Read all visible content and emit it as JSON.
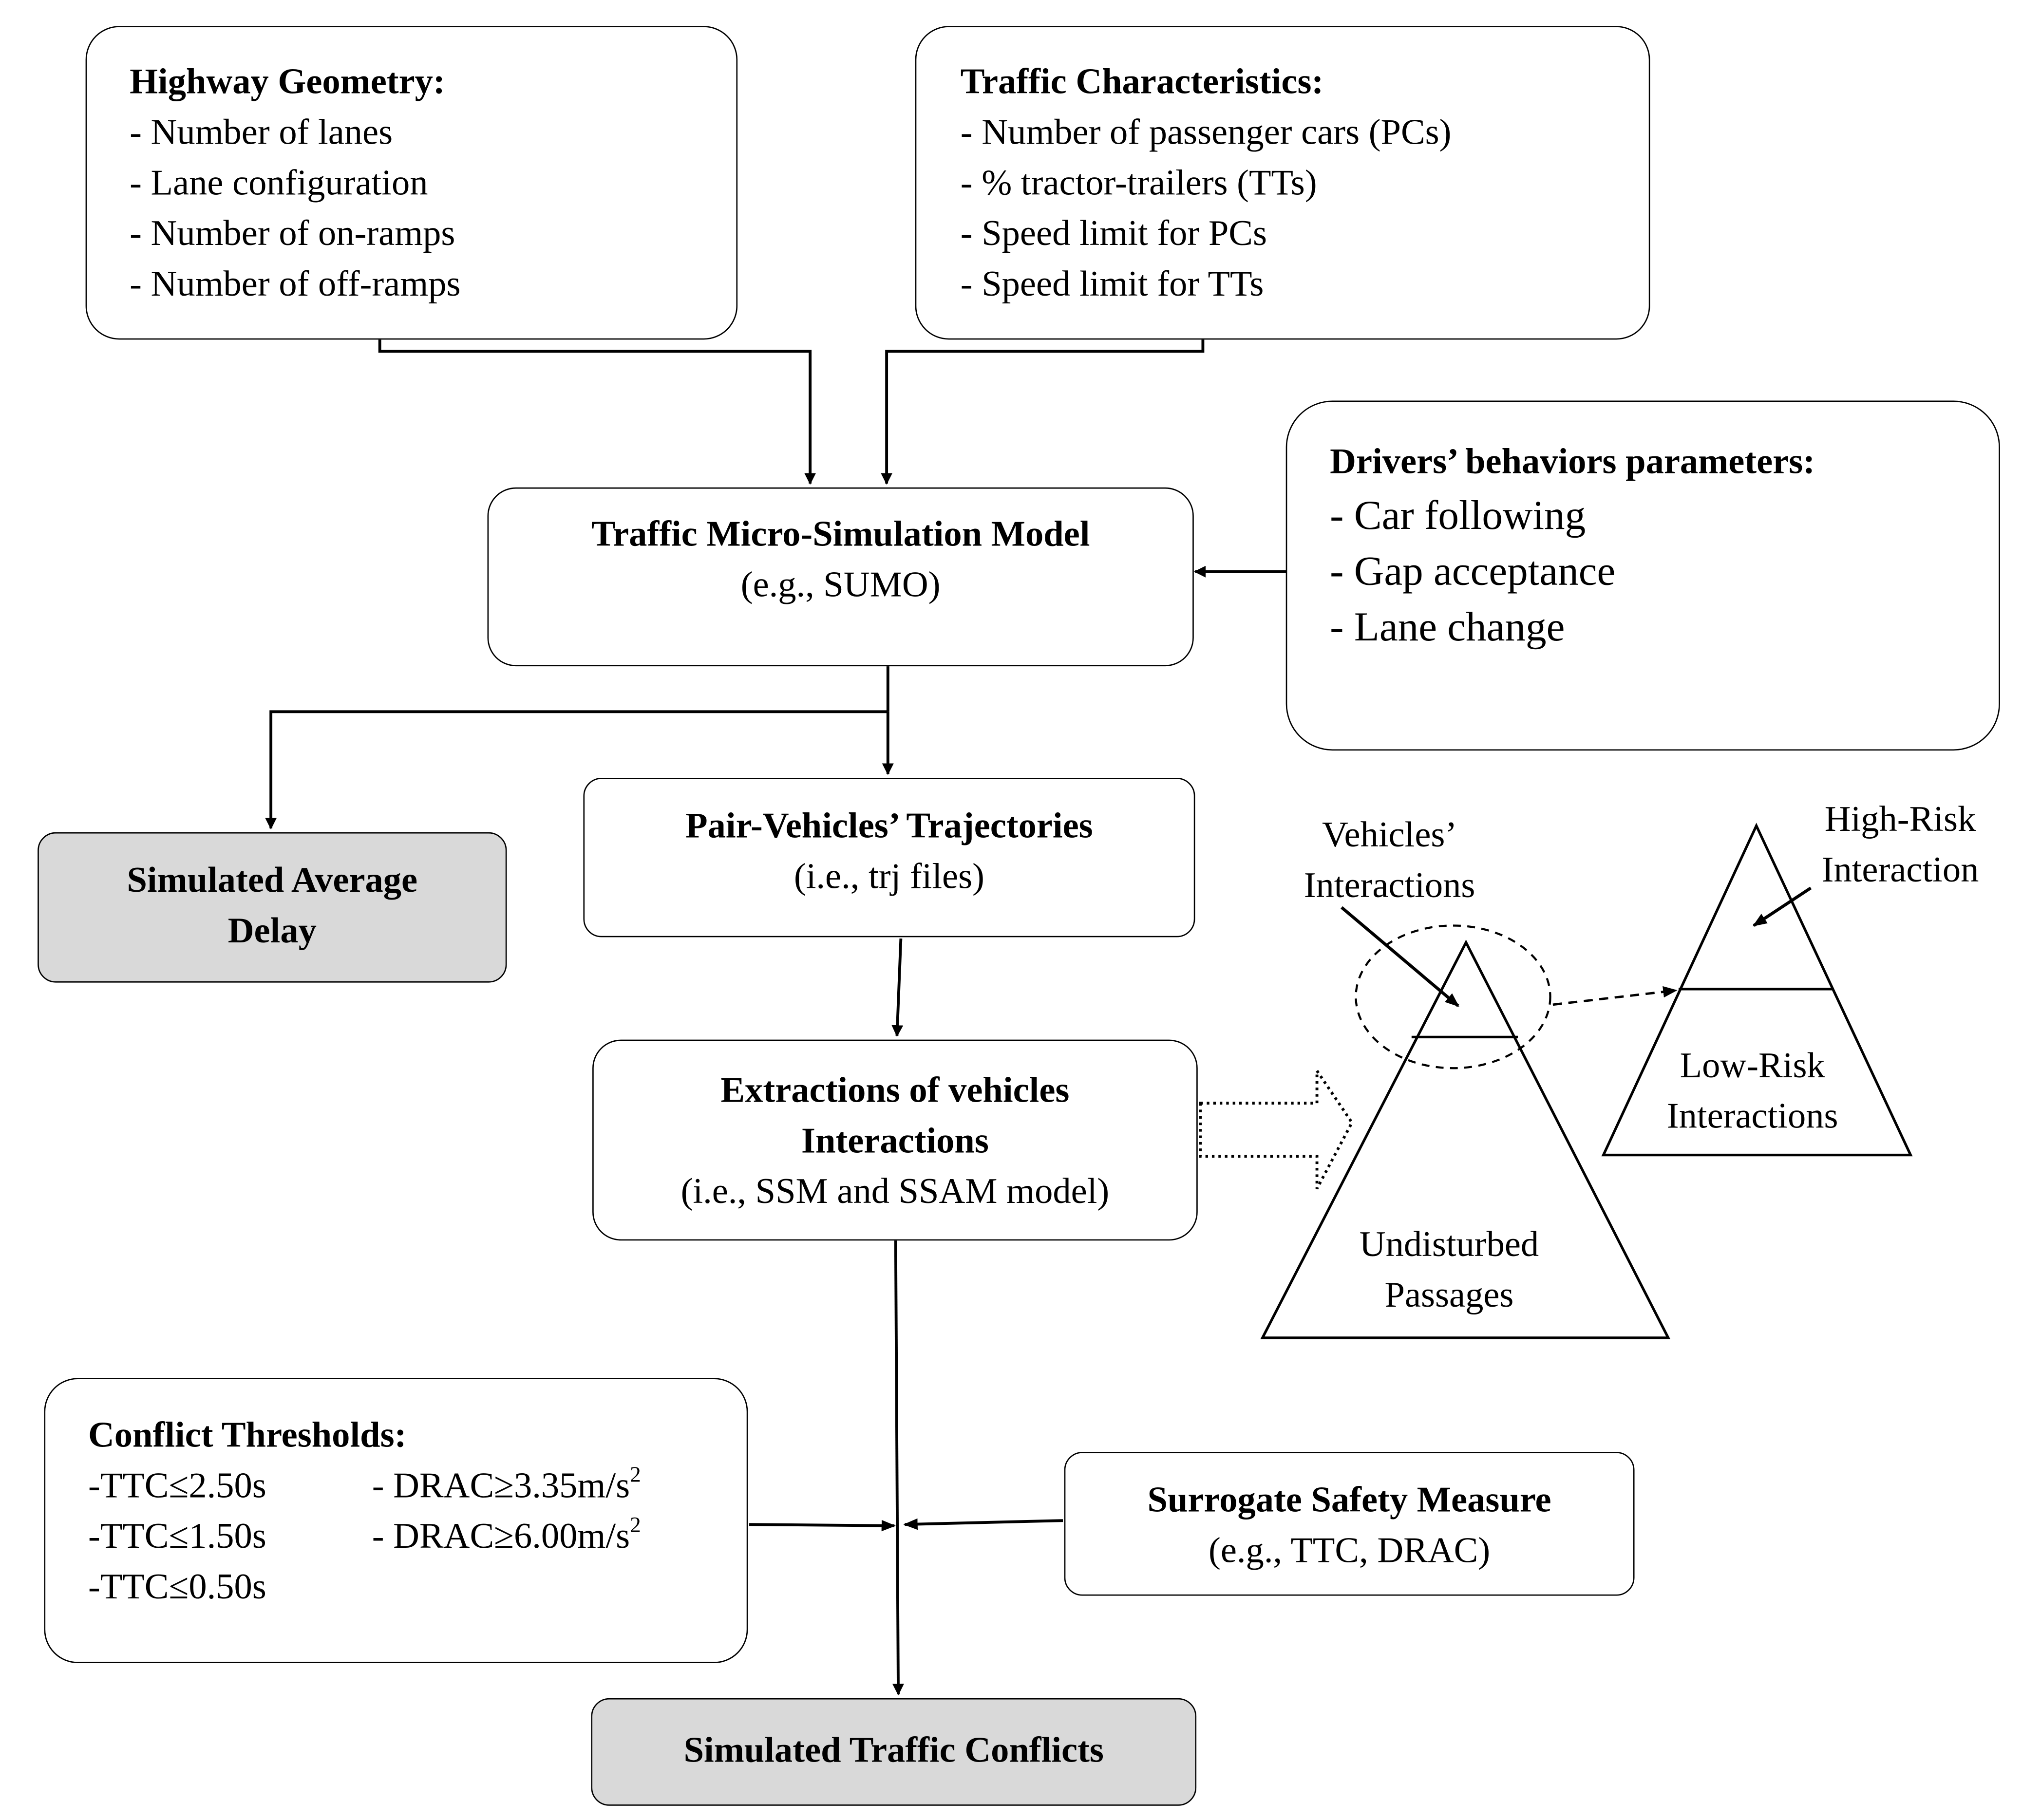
{
  "highway_geometry": {
    "title": "Highway Geometry:",
    "items": [
      "- Number of lanes",
      "- Lane configuration",
      "- Number of on-ramps",
      "- Number of off-ramps"
    ]
  },
  "traffic_characteristics": {
    "title": "Traffic Characteristics:",
    "items": [
      "- Number of passenger cars (PCs)",
      "- % tractor-trailers (TTs)",
      "- Speed limit for PCs",
      "- Speed limit for TTs"
    ]
  },
  "drivers_behaviors": {
    "title": "Drivers’ behaviors parameters:",
    "items": [
      "- Car following",
      "- Gap acceptance",
      "- Lane change"
    ]
  },
  "micro_simulation": {
    "title": "Traffic Micro-Simulation Model",
    "subtitle": "(e.g., SUMO)"
  },
  "simulated_delay": {
    "line1": "Simulated Average",
    "line2": "Delay"
  },
  "pair_trajectories": {
    "title": "Pair-Vehicles’ Trajectories",
    "subtitle": "(i.e., trj files)"
  },
  "extractions": {
    "line1": "Extractions of vehicles",
    "line2": "Interactions",
    "subtitle": "(i.e., SSM and SSAM model)"
  },
  "conflict_thresholds": {
    "title": "Conflict Thresholds:",
    "ttc": [
      "-TTC≤2.50s",
      "-TTC≤1.50s",
      "-TTC≤0.50s"
    ],
    "drac": [
      {
        "prefix": "- DRAC≥3.35m/s",
        "sup": "2"
      },
      {
        "prefix": "- DRAC≥6.00m/s",
        "sup": "2"
      }
    ]
  },
  "surrogate_safety": {
    "title": "Surrogate Safety Measure",
    "subtitle": "(e.g., TTC, DRAC)"
  },
  "simulated_conflicts": {
    "title": "Simulated Traffic Conflicts"
  },
  "pyramid_large": {
    "label_top_1": "Vehicles’",
    "label_top_2": "Interactions",
    "label_base_1": "Undisturbed",
    "label_base_2": "Passages"
  },
  "pyramid_small": {
    "label_top_1": "High-Risk",
    "label_top_2": "Interaction",
    "label_base_1": "Low-Risk",
    "label_base_2": "Interactions"
  },
  "colors": {
    "stroke": "#000000",
    "gray_fill": "#d9d9d9",
    "background": "#ffffff"
  }
}
